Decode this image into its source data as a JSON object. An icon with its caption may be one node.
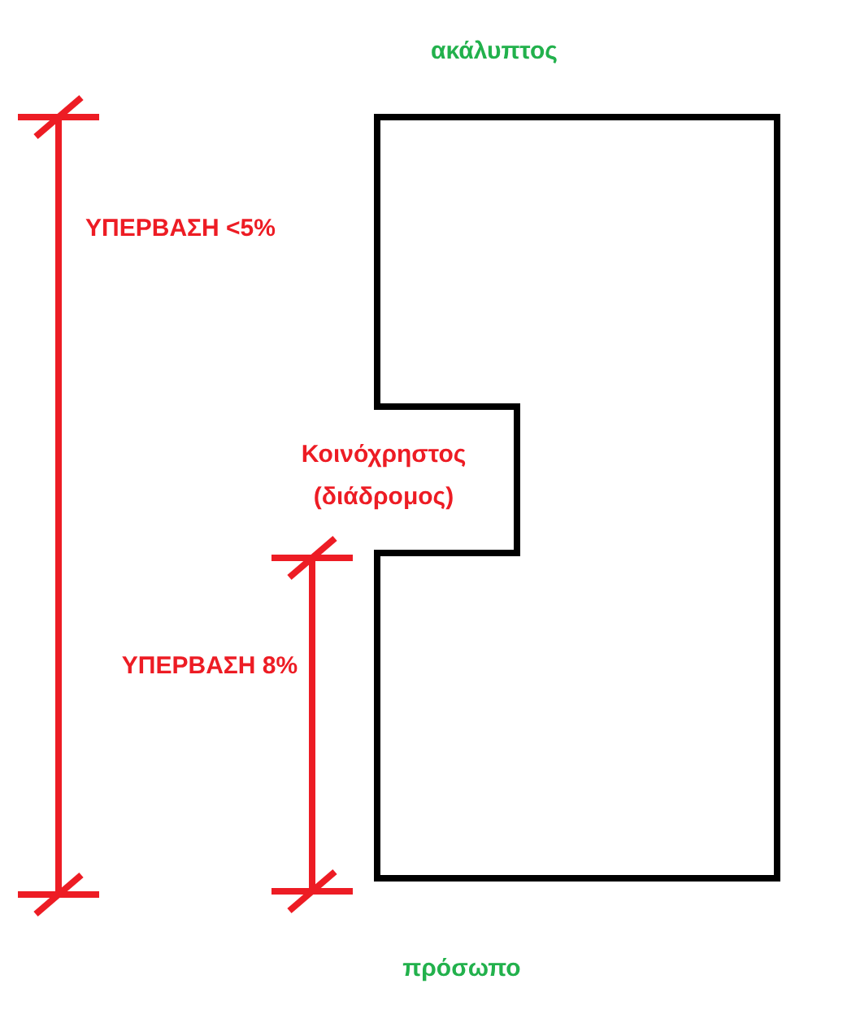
{
  "diagram": {
    "labels": [
      "ακάλυπτος",
      "ΥΠΕΡΒΑΣΗ <5%",
      "Κοινόχρηστος (διάδρομος)",
      "ΥΠΕΡΒΑΣΗ 8%",
      "πρόσωπο"
    ]
  }
}
